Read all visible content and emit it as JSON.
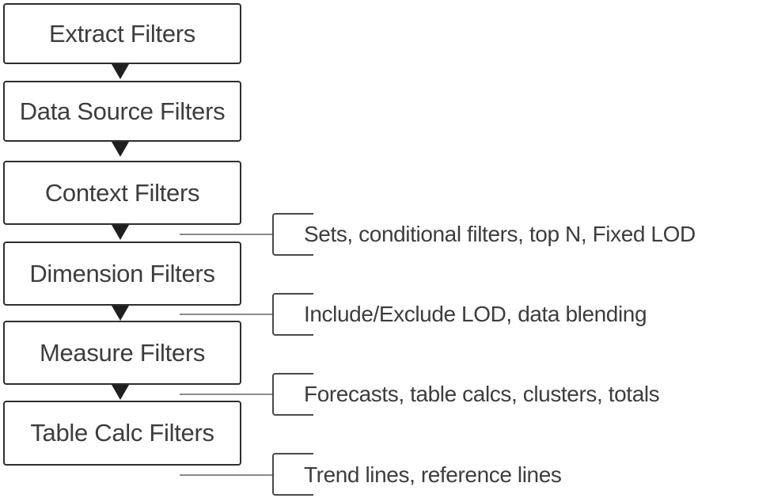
{
  "flow": {
    "boxes": [
      {
        "label": "Extract Filters"
      },
      {
        "label": "Data Source Filters"
      },
      {
        "label": "Context Filters"
      },
      {
        "label": "Dimension Filters"
      },
      {
        "label": "Measure Filters"
      },
      {
        "label": "Table Calc Filters"
      }
    ],
    "annotations": [
      {
        "label": "Sets, conditional filters, top N, Fixed LOD"
      },
      {
        "label": "Include/Exclude LOD, data blending"
      },
      {
        "label": "Forecasts, table calcs, clusters, totals"
      },
      {
        "label": "Trend lines, reference lines"
      }
    ],
    "colors": {
      "background": "#ffffff",
      "box_border": "#2e2e2e",
      "text": "#3d3d3d",
      "arrow": "#1f1f1f",
      "connector_line": "#8a8a8a",
      "bracket": "#4a4a4a"
    }
  }
}
